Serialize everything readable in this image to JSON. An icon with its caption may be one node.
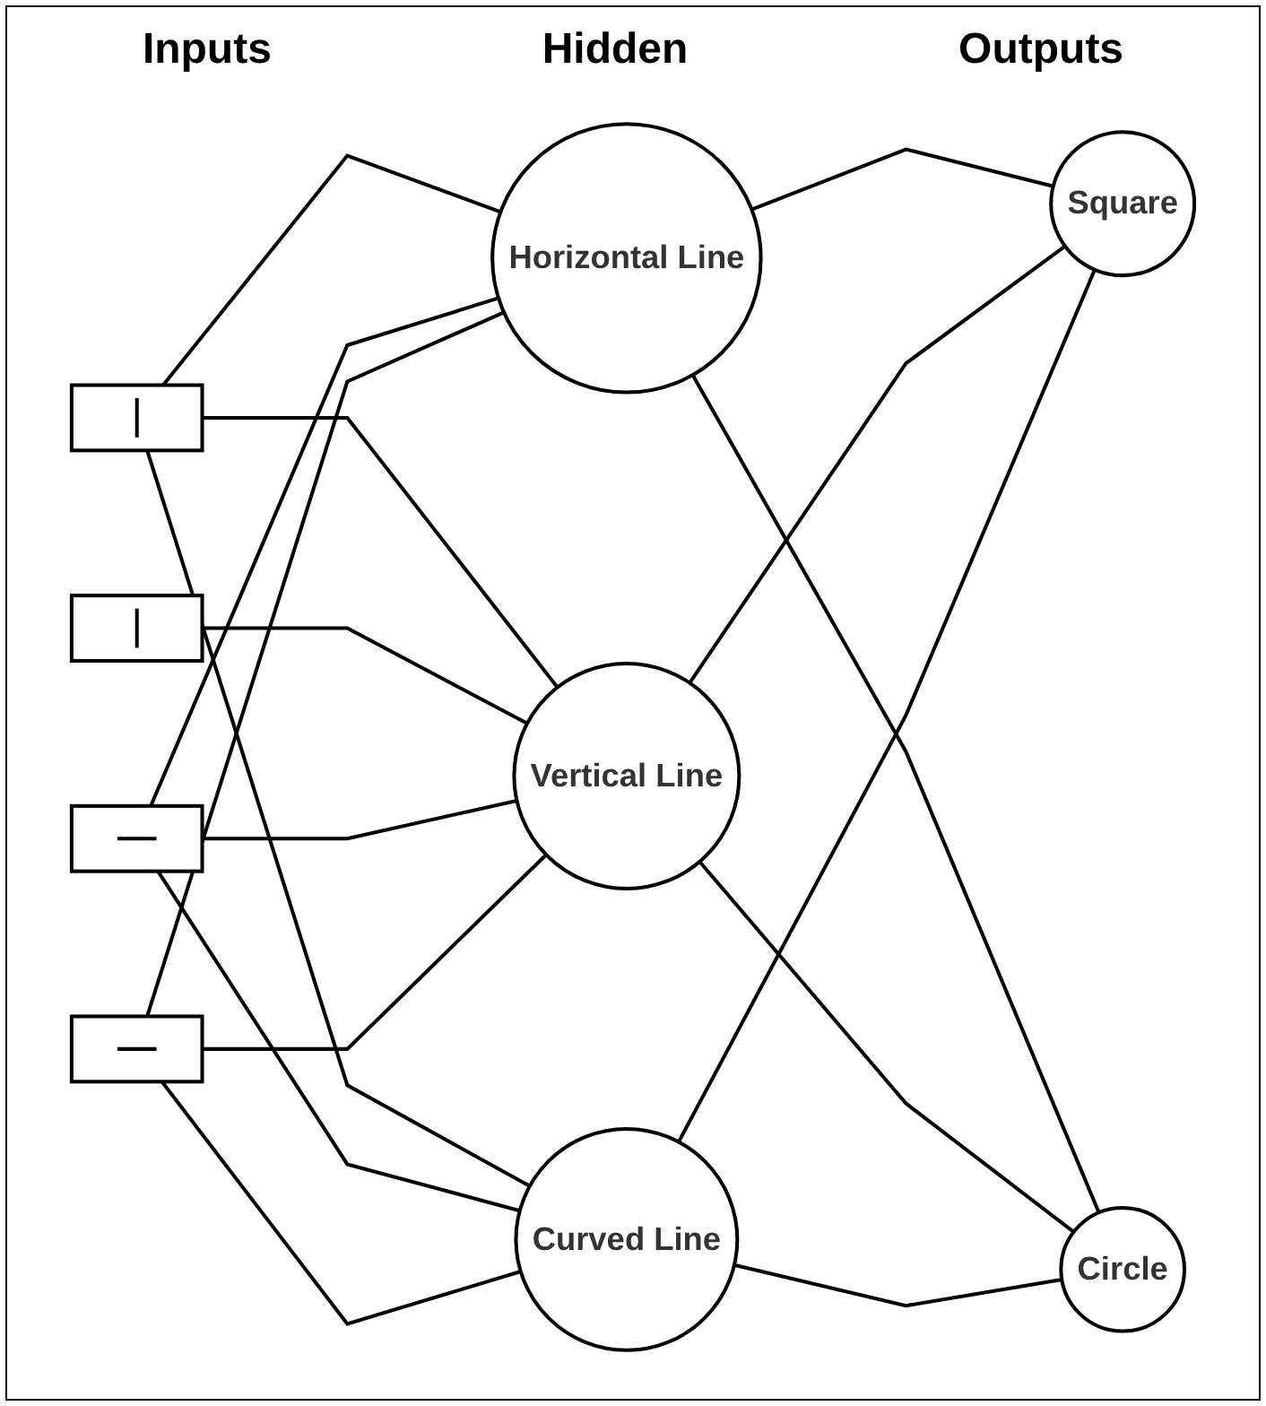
{
  "diagram": {
    "nodes": [
      {
        "text": [],
        "shape": "picture"
      },
      {
        "text": [],
        "shape": "picture"
      },
      {
        "text": [],
        "shape": "picture"
      },
      {
        "text": [],
        "shape": "picture"
      },
      {
        "text": [
          "Horizontal Line"
        ]
      },
      {
        "text": [
          "Vertical Line"
        ]
      },
      {
        "text": [
          "Curved Line"
        ]
      },
      {
        "text": [
          "Square"
        ]
      },
      {
        "text": [
          "Circle"
        ]
      }
    ],
    "edges": [
      {
        "from": 0,
        "to": 4,
        "arrow": "none"
      },
      {
        "from": 0,
        "to": 5,
        "arrow": "none"
      },
      {
        "from": 0,
        "to": 6,
        "arrow": "none"
      },
      {
        "from": 1,
        "to": 5,
        "arrow": "none"
      },
      {
        "from": 2,
        "to": 4,
        "arrow": "none"
      },
      {
        "from": 2,
        "to": 5,
        "arrow": "none"
      },
      {
        "from": 2,
        "to": 6,
        "arrow": "none"
      },
      {
        "from": 3,
        "to": 4,
        "arrow": "none"
      },
      {
        "from": 3,
        "to": 5,
        "arrow": "none"
      },
      {
        "from": 3,
        "to": 6,
        "arrow": "none"
      },
      {
        "from": 4,
        "to": 7,
        "arrow": "none"
      },
      {
        "from": 4,
        "to": 8,
        "arrow": "none"
      },
      {
        "from": 5,
        "to": 7,
        "arrow": "none"
      },
      {
        "from": 5,
        "to": 8,
        "arrow": "none"
      },
      {
        "from": 6,
        "to": 7,
        "arrow": "none"
      },
      {
        "from": 6,
        "to": 8,
        "arrow": "none"
      }
    ],
    "labels": [
      "Inputs",
      "Hidden",
      "Outputs"
    ]
  }
}
